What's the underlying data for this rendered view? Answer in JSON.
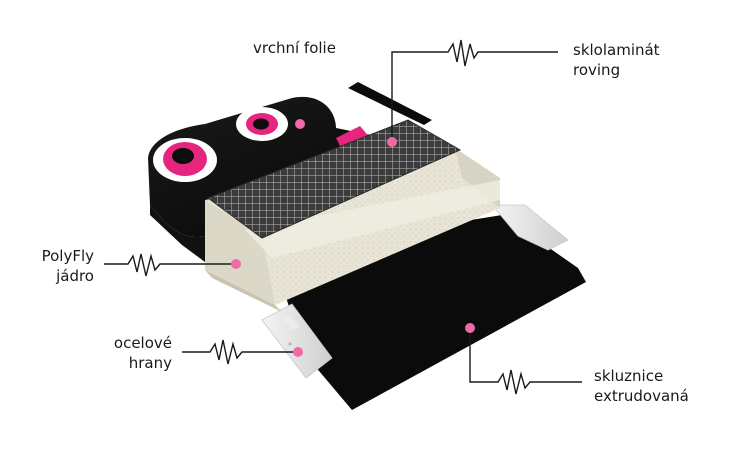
{
  "labels": {
    "vrchni_folie": "vrchní folie",
    "sklolaminat_line1": "sklolaminát",
    "sklolaminat_line2": "roving",
    "polyfly_line1": "PolyFly",
    "polyfly_line2": "jádro",
    "ocelove_line1": "ocelové",
    "ocelove_line2": "hrany",
    "skluznice_line1": "skluznice",
    "skluznice_line2": "extrudovaná"
  },
  "colors": {
    "accent_pink": "#e6257f",
    "marker_pink": "#f06aa6",
    "black": "#0d0d0d",
    "core": "#e9e6d8",
    "mesh": "#6b6b6b"
  }
}
